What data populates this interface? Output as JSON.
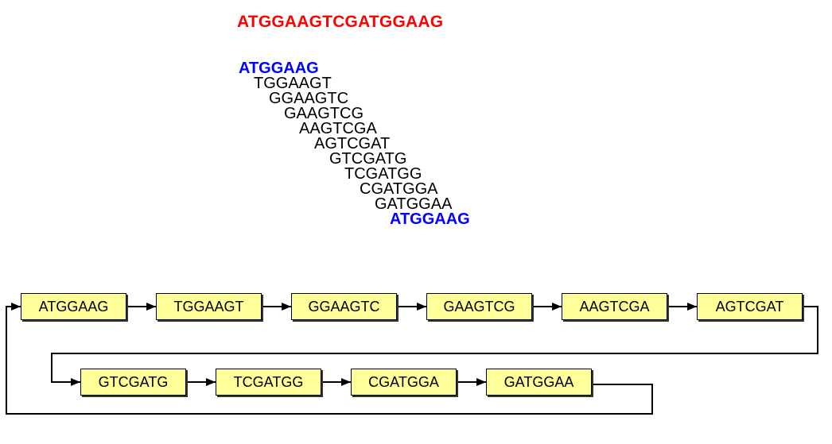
{
  "sequence": "ATGGAAGTCGATGGAAG",
  "kmers": [
    "ATGGAAG",
    "TGGAAGT",
    "GGAAGTC",
    "GAAGTCG",
    "AAGTCGA",
    "AGTCGAT",
    "GTCGATG",
    "TCGATGG",
    "CGATGGA",
    "GATGGAA",
    "ATGGAAG"
  ],
  "highlight_kmers": [
    0,
    10
  ],
  "colors": {
    "sequence": "#ff0000",
    "highlight": "#0000ff",
    "node_fill": "#ffff99"
  },
  "graph": {
    "row1": [
      "ATGGAAG",
      "TGGAAGT",
      "GGAAGTC",
      "GAAGTCG",
      "AAGTCGA",
      "AGTCGAT"
    ],
    "row2": [
      "GTCGATG",
      "TCGATGG",
      "CGATGGA",
      "GATGGAA"
    ]
  }
}
